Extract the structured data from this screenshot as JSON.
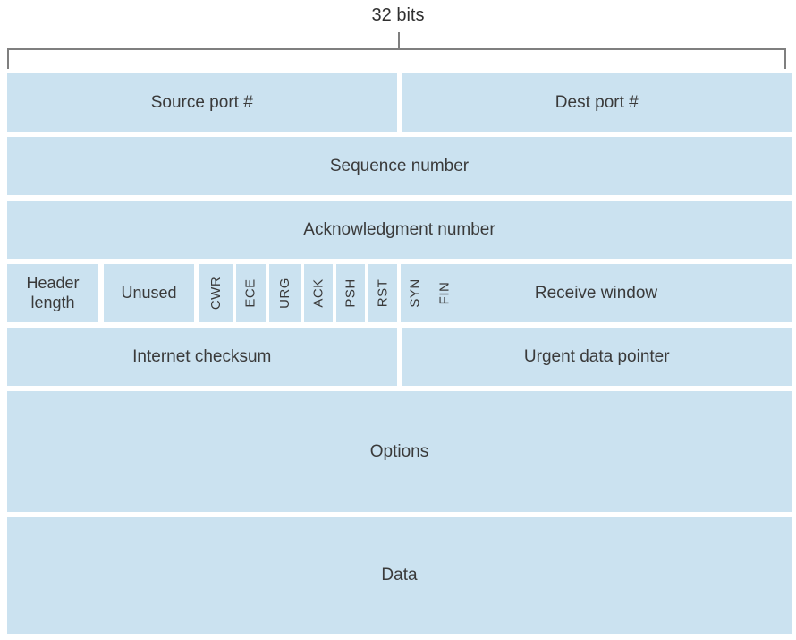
{
  "colors": {
    "cell": "#cbe2f0",
    "text": "#3a3a3a",
    "bracket": "#7f7f7f",
    "background": "#ffffff"
  },
  "scale_label": "32 bits",
  "fields": {
    "source_port": "Source port #",
    "dest_port": "Dest port #",
    "sequence_number": "Sequence number",
    "ack_number": "Acknowledgment number",
    "header_length": "Header length",
    "unused": "Unused",
    "flags": [
      "CWR",
      "ECE",
      "URG",
      "ACK",
      "PSH",
      "RST",
      "SYN",
      "FIN"
    ],
    "receive_window": "Receive window",
    "checksum": "Internet checksum",
    "urgent_pointer": "Urgent data pointer",
    "options": "Options",
    "data": "Data"
  }
}
